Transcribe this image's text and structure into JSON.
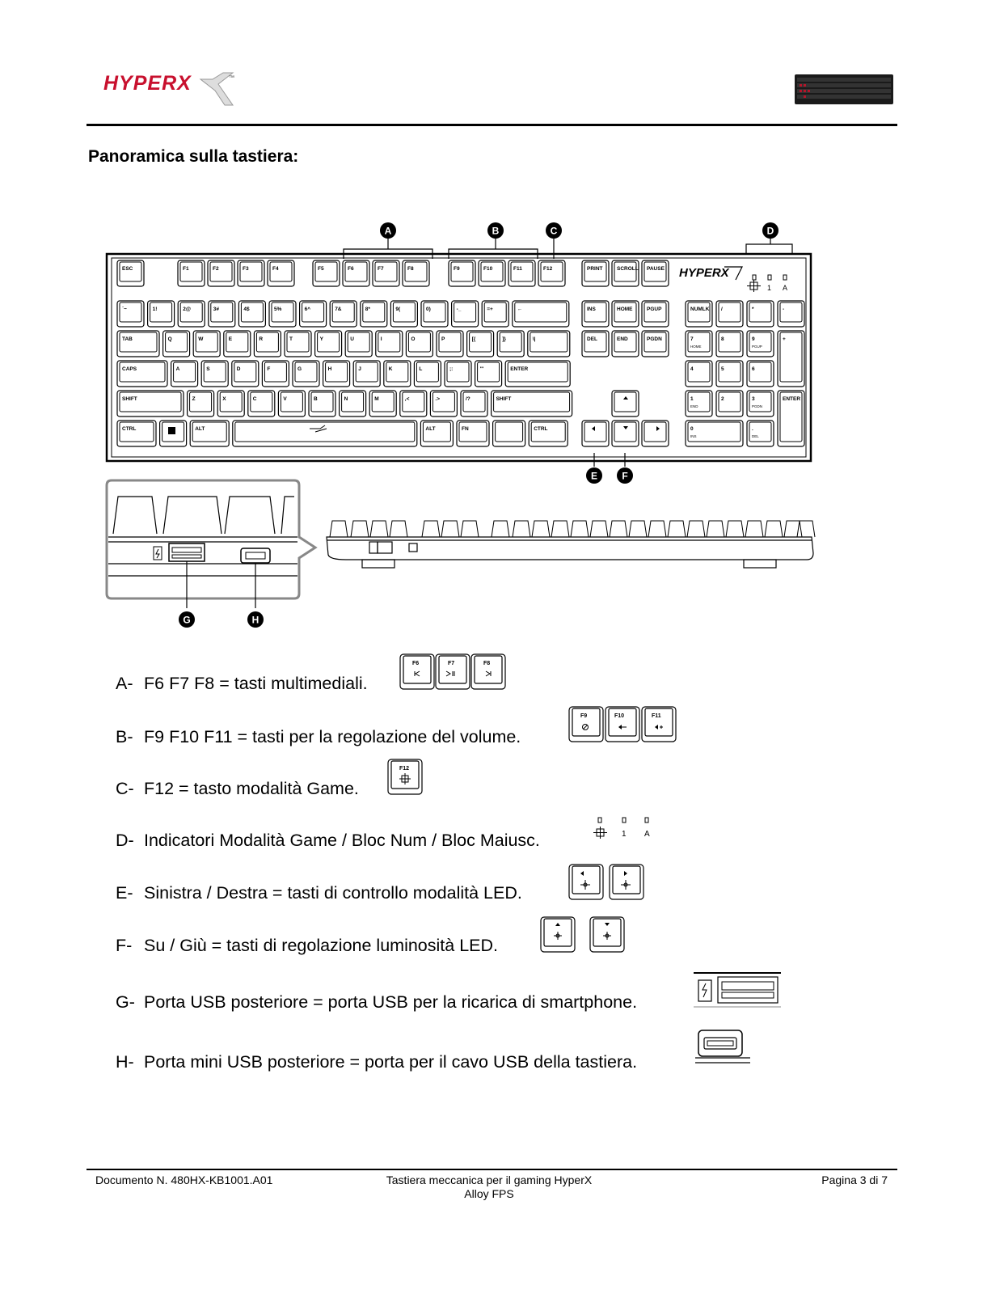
{
  "header": {
    "logo_text": "HYPERX",
    "logo_tm": "™"
  },
  "title": "Panoramica sulla tastiera:",
  "diagram": {
    "callouts": [
      "A",
      "B",
      "C",
      "D",
      "E",
      "F",
      "G",
      "H"
    ],
    "indicators": [
      "1",
      "A"
    ],
    "brand": "HYPERX",
    "keys": {
      "row_fn": [
        "ESC",
        "F1",
        "F2",
        "F3",
        "F4",
        "F5",
        "F6",
        "F7",
        "F8",
        "F9",
        "F10",
        "F11",
        "F12",
        "PRINT SCREEN",
        "SCROLL LOCK",
        "PAUSE BREAK"
      ],
      "row_num": [
        "`~",
        "1!",
        "2@",
        "3#",
        "4$",
        "5%",
        "6^",
        "7&",
        "8*",
        "9(",
        "0)",
        "-_",
        "=+",
        "←"
      ],
      "row_q": [
        "TAB",
        "Q",
        "W",
        "E",
        "R",
        "T",
        "Y",
        "U",
        "I",
        "O",
        "P",
        "[{",
        "]}",
        "\\|"
      ],
      "row_a": [
        "CAPS",
        "A",
        "S",
        "D",
        "F",
        "G",
        "H",
        "J",
        "K",
        "L",
        ";:",
        "'\"",
        "ENTER"
      ],
      "row_z": [
        "SHIFT",
        "Z",
        "X",
        "C",
        "V",
        "B",
        "N",
        "M",
        ",<",
        ".>",
        "/?",
        "SHIFT"
      ],
      "row_ctrl": [
        "CTRL",
        "",
        "ALT",
        "",
        "ALT",
        "FN",
        "",
        "CTRL"
      ],
      "nav1": [
        "INS",
        "HOME",
        "PGUP"
      ],
      "nav2": [
        "DEL",
        "END",
        "PGDN"
      ],
      "numpad_top": [
        "NUMLK",
        "/",
        "*",
        "-"
      ],
      "numpad": [
        "7",
        "8",
        "9",
        "4",
        "5",
        "6",
        "1",
        "2",
        "3",
        "0",
        "."
      ],
      "numpad_sub": [
        "HOME",
        "PGUP",
        "END",
        "PGDN",
        "INS",
        "DEL"
      ],
      "numpad_side": [
        "+",
        "ENTER"
      ]
    }
  },
  "items": [
    {
      "letter": "A-",
      "text": "F6 F7 F8 = tasti multimediali."
    },
    {
      "letter": "B-",
      "text": "F9 F10 F11 = tasti per la regolazione del volume."
    },
    {
      "letter": "C-",
      "text": "F12 = tasto modalità Game."
    },
    {
      "letter": "D-",
      "text": "Indicatori Modalità Game / Bloc Num / Bloc Maiusc."
    },
    {
      "letter": "E-",
      "text": "Sinistra / Destra = tasti di controllo modalità LED."
    },
    {
      "letter": "F-",
      "text": "Su / Giù = tasti di regolazione luminosità LED."
    },
    {
      "letter": "G-",
      "text": "Porta USB posteriore = porta USB per la ricarica di smartphone."
    },
    {
      "letter": "H-",
      "text": "Porta mini USB posteriore = porta per il cavo USB della tastiera."
    }
  ],
  "icon_keys": {
    "a": [
      "F6",
      "F7",
      "F8"
    ],
    "b": [
      "F9",
      "F10",
      "F11"
    ],
    "c": [
      "F12"
    ],
    "d": [
      "1",
      "A"
    ]
  },
  "footer": {
    "doc": "Documento N. 480HX-KB1001.A01",
    "title_line1": "Tastiera meccanica per il gaming HyperX",
    "title_line2": "Alloy FPS",
    "page": "Pagina 3 di 7"
  }
}
